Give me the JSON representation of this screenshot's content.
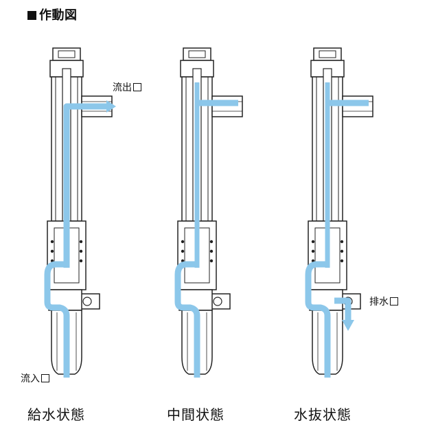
{
  "title": "作動図",
  "labels": {
    "outlet": "流出",
    "inlet": "流入",
    "drain": "排水"
  },
  "states": [
    {
      "label": "給水状態"
    },
    {
      "label": "中間状態"
    },
    {
      "label": "水抜状態"
    }
  ],
  "colors": {
    "water": "#8cc7ea",
    "line": "#222222"
  }
}
